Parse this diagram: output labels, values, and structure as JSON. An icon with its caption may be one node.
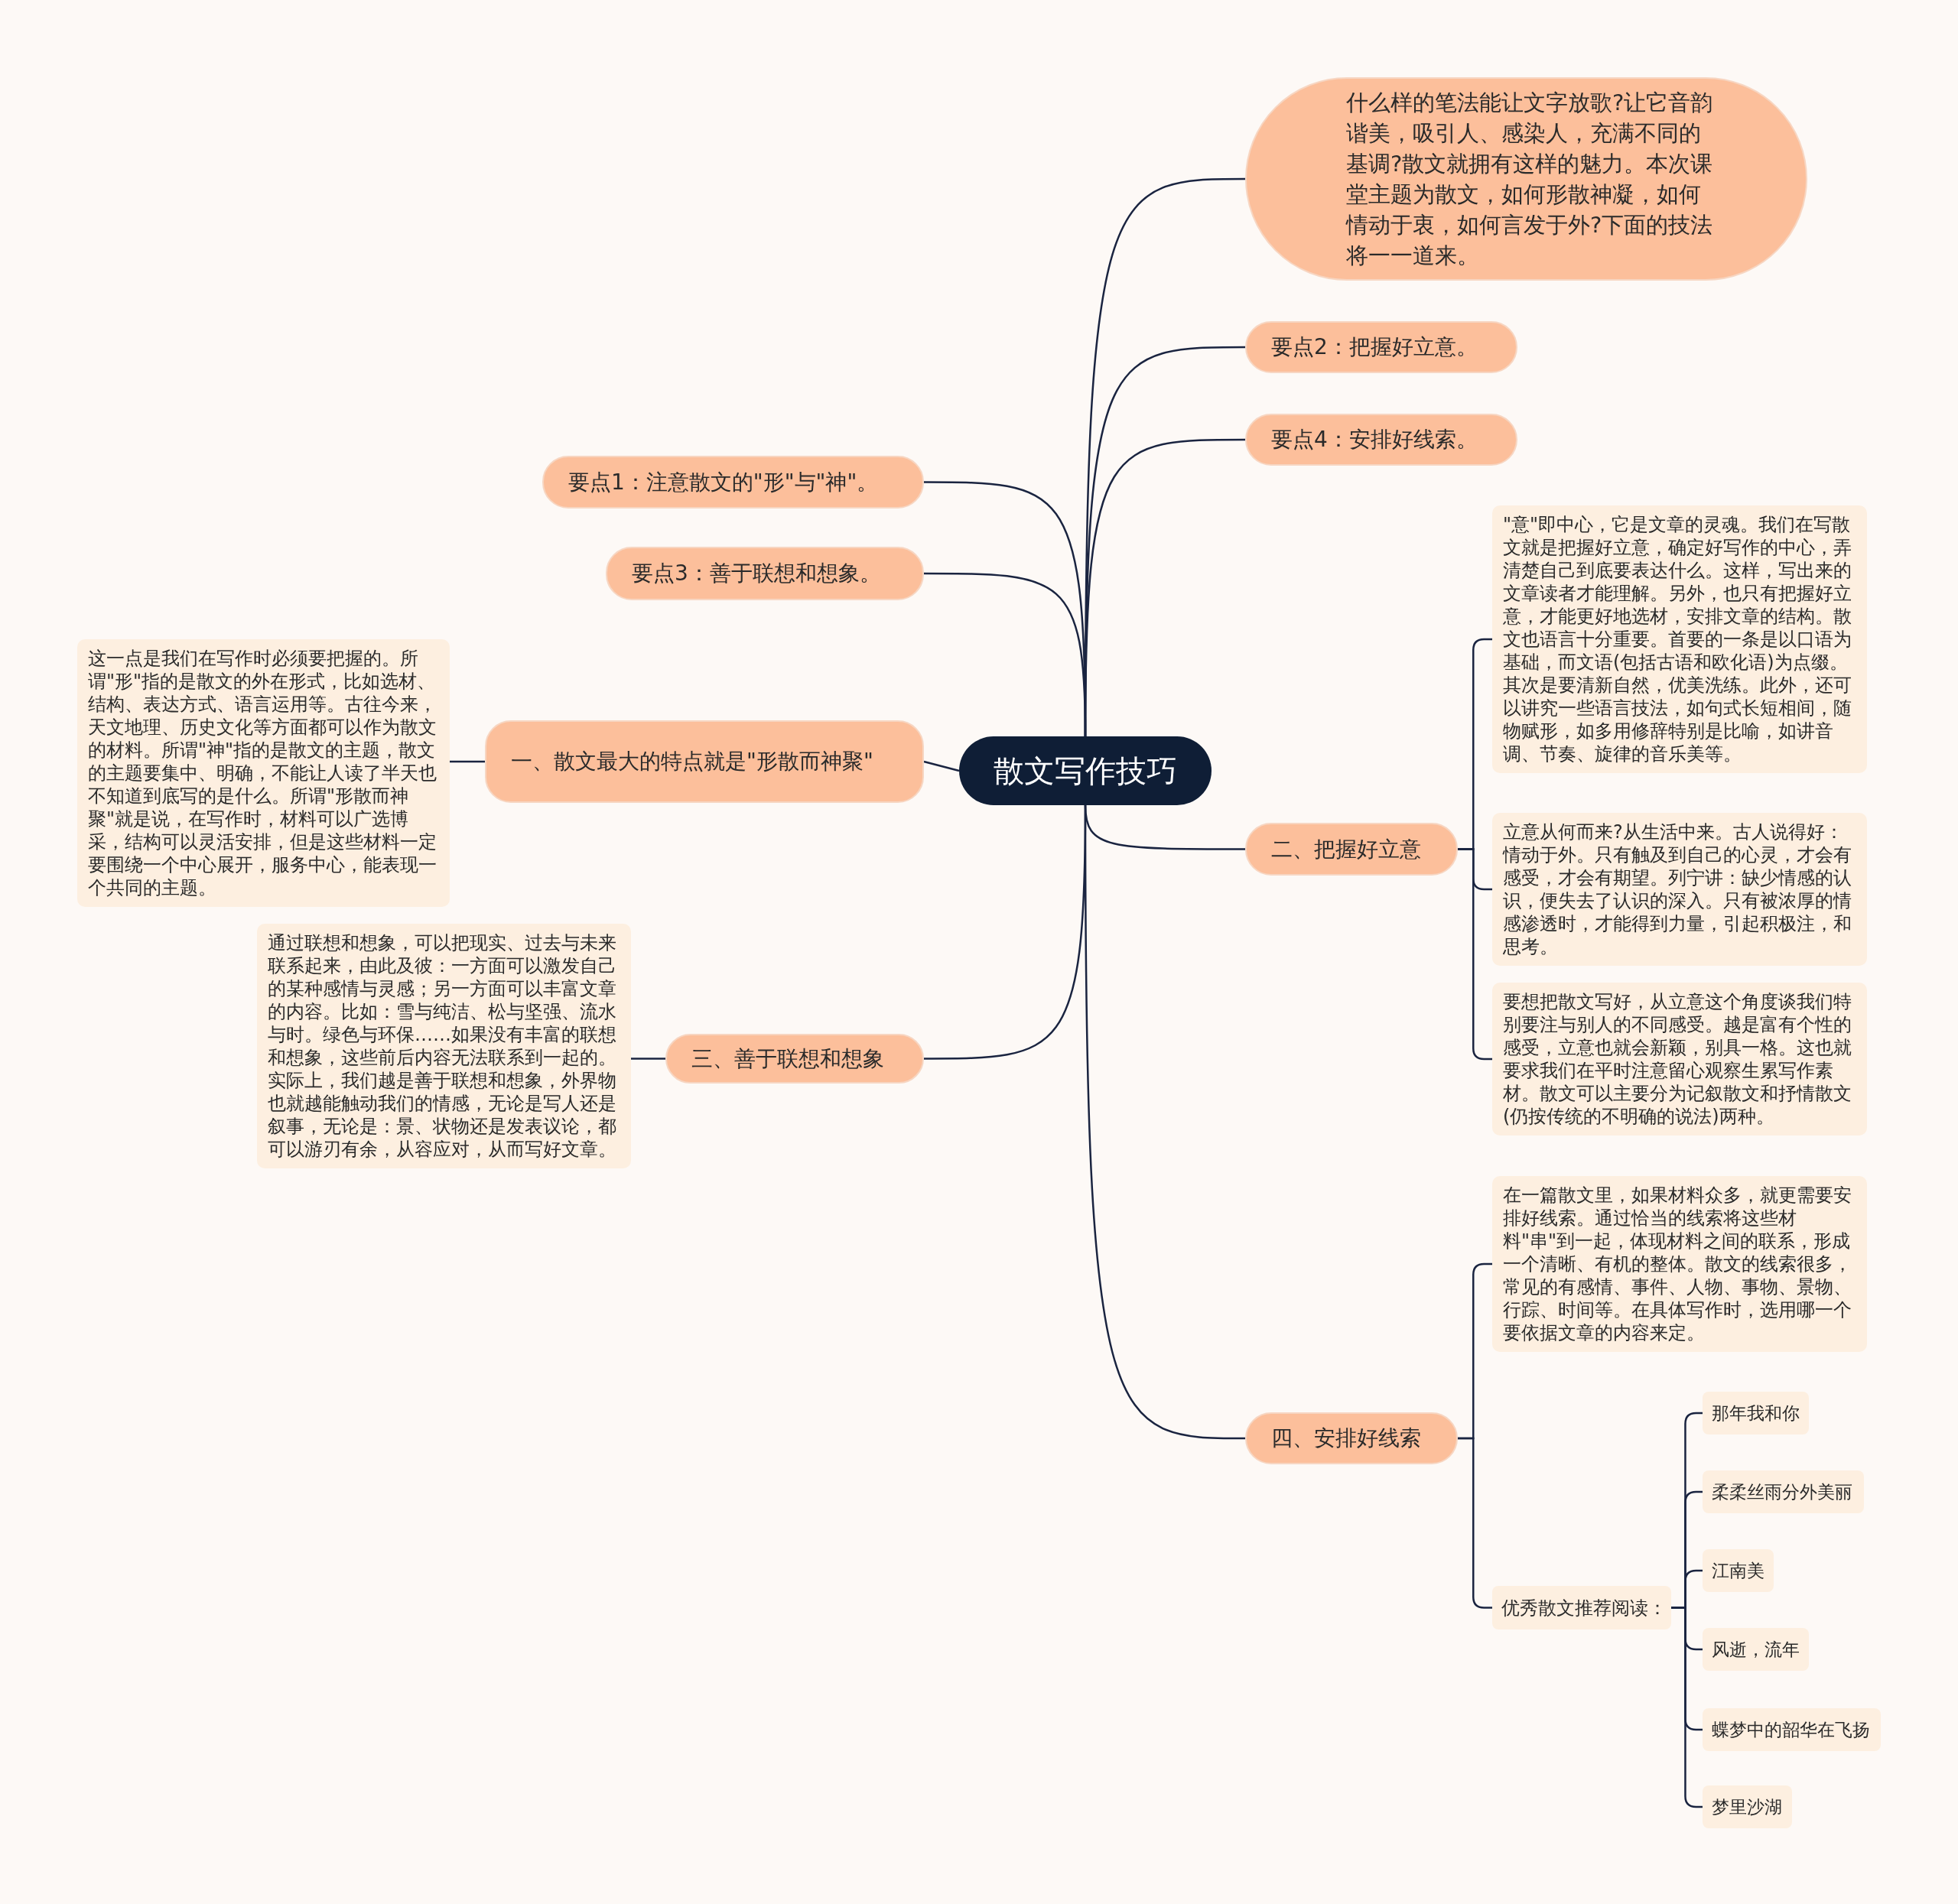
{
  "diagram": {
    "nodes": [
      {
        "text": [
          "散文写作技巧"
        ]
      },
      {
        "text": [
          "什么样的笔法能让文字放歌?让它音韵谐美，吸引人、感染人，充满不同的基调?散文就拥有这样的魅力。本次课堂主题为散文，如何形散神凝，如何情动于衷，如何言发于外?下面的技法将一一道来。"
        ]
      },
      {
        "text": [
          "要点2：把握好立意。"
        ]
      },
      {
        "text": [
          "要点4：安排好线索。"
        ]
      },
      {
        "text": [
          "要点1：注意散文的\"形\"与\"神\"。"
        ]
      },
      {
        "text": [
          "要点3：善于联想和想象。"
        ]
      },
      {
        "text": [
          "一、散文最大的特点就是\"形散而神聚\""
        ]
      },
      {
        "text": [
          "这一点是我们在写作时必须要把握的。所谓\"形\"指的是散文的外在形式，比如选材、结构、表达方式、语言运用等。古往今来，天文地理、历史文化等方面都可以作为散文的材料。所谓\"神\"指的是散文的主题，散文的主题要集中、明确，不能让人读了半天也不知道到底写的是什么。所谓\"形散而神聚\"就是说，在写作时，材料可以广选博采，结构可以灵活安排，但是这些材料一定要围绕一个中心展开，服务中心，能表现一个共同的主题。"
        ]
      },
      {
        "text": [
          "三、善于联想和想象"
        ]
      },
      {
        "text": [
          "通过联想和想象，可以把现实、过去与未来联系起来，由此及彼：一方面可以激发自己的某种感情与灵感；另一方面可以丰富文章的内容。比如：雪与纯洁、松与坚强、流水与时。绿色与环保……如果没有丰富的联想和想象，这些前后内容无法联系到一起的。实际上，我们越是善于联想和想象，外界物也就越能触动我们的情感，无论是写人还是叙事，无论是：景、状物还是发表议论，都可以游刃有余，从容应对，从而写好文章。"
        ]
      },
      {
        "text": [
          "二、把握好立意"
        ]
      },
      {
        "text": [
          "\"意\"即中心，它是文章的灵魂。我们在写散文就是把握好立意，确定好写作的中心，弄清楚自己到底要表达什么。这样，写出来的文章读者才能理解。另外，也只有把握好立意，才能更好地选材，安排文章的结构。散文也语言十分重要。首要的一条是以口语为基础，而文语(包括古语和欧化语)为点缀。其次是要清新自然，优美洗练。此外，还可以讲究一些语言技法，如句式长短相间，随物赋形，如多用修辞特别是比喻，如讲音调、节奏、旋律的音乐美等。"
        ]
      },
      {
        "text": [
          "立意从何而来?从生活中来。古人说得好：情动于外。只有触及到自己的心灵，才会有感受，才会有期望。列宁讲：缺少情感的认识，便失去了认识的深入。只有被浓厚的情感渗透时，才能得到力量，引起积极注，和思考。"
        ]
      },
      {
        "text": [
          "要想把散文写好，从立意这个角度谈我们特别要注与别人的不同感受。越是富有个性的感受，立意也就会新颖，别具一格。这也就要求我们在平时注意留心观察生累写作素材。散文可以主要分为记叙散文和抒情散文(仍按传统的不明确的说法)两种。"
        ]
      },
      {
        "text": [
          "四、安排好线索"
        ]
      },
      {
        "text": [
          "在一篇散文里，如果材料众多，就更需要安排好线索。通过恰当的线索将这些材料\"串\"到一起，体现材料之间的联系，形成一个清晰、有机的整体。散文的线索很多，常见的有感情、事件、人物、事物、景物、行踪、时间等。在具体写作时，选用哪一个要依据文章的内容来定。"
        ]
      },
      {
        "text": [
          "优秀散文推荐阅读："
        ]
      },
      {
        "text": [
          "那年我和你"
        ]
      },
      {
        "text": [
          "柔柔丝雨分外美丽"
        ]
      },
      {
        "text": [
          "江南美"
        ]
      },
      {
        "text": [
          "风逝，流年"
        ]
      },
      {
        "text": [
          "蝶梦中的韶华在飞扬"
        ]
      },
      {
        "text": [
          "梦里沙湖"
        ]
      }
    ],
    "edges": [
      {
        "from": 0,
        "to": 1,
        "arrow": "none"
      },
      {
        "from": 0,
        "to": 2,
        "arrow": "none"
      },
      {
        "from": 0,
        "to": 3,
        "arrow": "none"
      },
      {
        "from": 0,
        "to": 4,
        "arrow": "none"
      },
      {
        "from": 0,
        "to": 5,
        "arrow": "none"
      },
      {
        "from": 0,
        "to": 6,
        "arrow": "none"
      },
      {
        "from": 6,
        "to": 7,
        "arrow": "none"
      },
      {
        "from": 0,
        "to": 8,
        "arrow": "none"
      },
      {
        "from": 8,
        "to": 9,
        "arrow": "none"
      },
      {
        "from": 0,
        "to": 10,
        "arrow": "none"
      },
      {
        "from": 10,
        "to": 11,
        "arrow": "none"
      },
      {
        "from": 10,
        "to": 12,
        "arrow": "none"
      },
      {
        "from": 10,
        "to": 13,
        "arrow": "none"
      },
      {
        "from": 0,
        "to": 14,
        "arrow": "none"
      },
      {
        "from": 14,
        "to": 15,
        "arrow": "none"
      },
      {
        "from": 14,
        "to": 16,
        "arrow": "none"
      },
      {
        "from": 16,
        "to": 17,
        "arrow": "none"
      },
      {
        "from": 16,
        "to": 18,
        "arrow": "none"
      },
      {
        "from": 16,
        "to": 19,
        "arrow": "none"
      },
      {
        "from": 16,
        "to": 20,
        "arrow": "none"
      },
      {
        "from": 16,
        "to": 21,
        "arrow": "none"
      },
      {
        "from": 16,
        "to": 22,
        "arrow": "none"
      }
    ]
  }
}
